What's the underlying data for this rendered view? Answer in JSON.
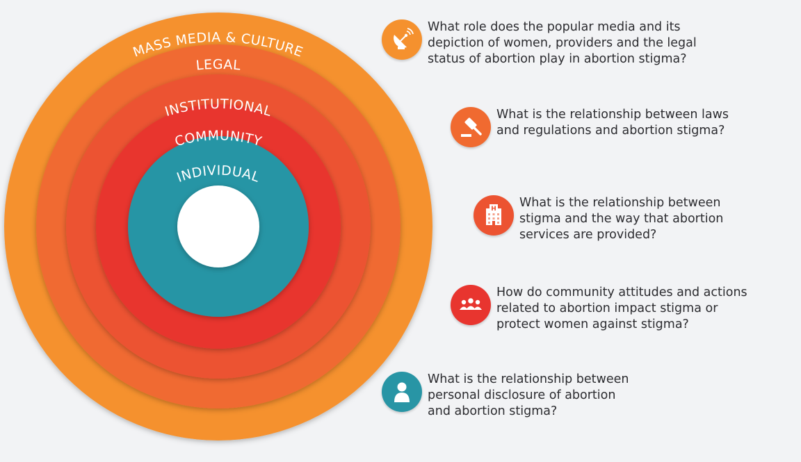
{
  "diagram": {
    "rings": [
      {
        "label": "MASS MEDIA & CULTURE",
        "color": "#f5912e"
      },
      {
        "label": "LEGAL",
        "color": "#f06a30"
      },
      {
        "label": "INSTITUTIONAL",
        "color": "#ec5331"
      },
      {
        "label": "COMMUNITY",
        "color": "#e8352f"
      },
      {
        "label": "INDIVIDUAL",
        "color": "#2895a5"
      }
    ],
    "center_color": "#ffffff"
  },
  "questions": [
    {
      "icon": "satellite-dish-icon",
      "color": "#f5912e",
      "text": "What role does the popular media and its\ndepiction of women, providers and the legal\nstatus of abortion play in abortion stigma?"
    },
    {
      "icon": "gavel-icon",
      "color": "#f06a30",
      "text": "What is the relationship between laws\nand regulations and abortion stigma?"
    },
    {
      "icon": "hospital-icon",
      "color": "#ec5331",
      "text": "What is the relationship between\nstigma and the way that abortion\nservices are provided?"
    },
    {
      "icon": "people-group-icon",
      "color": "#e8352f",
      "text": "How do community attitudes and actions\nrelated to abortion impact stigma or\nprotect women against stigma?"
    },
    {
      "icon": "person-icon",
      "color": "#2895a5",
      "text": "What is the relationship between\npersonal disclosure of abortion\nand abortion stigma?"
    }
  ]
}
